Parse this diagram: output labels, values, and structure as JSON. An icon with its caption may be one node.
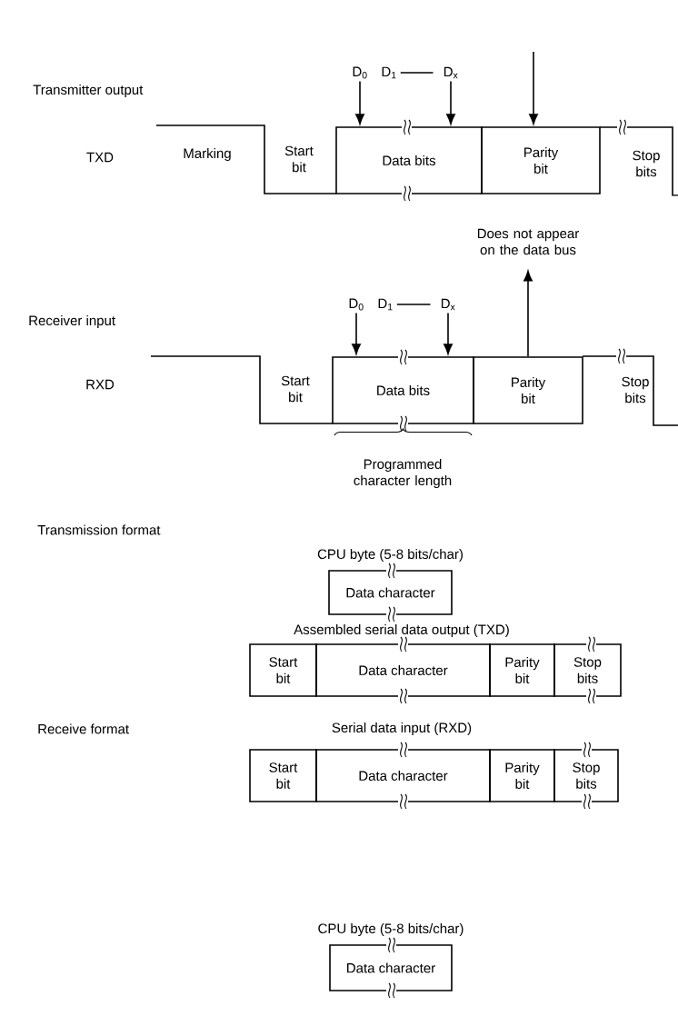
{
  "diagram": {
    "nodes": [
      {
        "text": [
          "D$_{0}$"
        ]
      },
      {
        "text": [
          "D$_{1}$"
        ]
      },
      {
        "text": [
          "D$_{x}$"
        ]
      },
      {
        "text": [
          "Data bits"
        ]
      },
      {
        "text": [
          "Parity bit"
        ]
      },
      {
        "text": [
          "Does not appear on the data bus"
        ]
      },
      {
        "text": [
          "D$_{0}$"
        ]
      },
      {
        "text": [
          "D$_{1}$"
        ]
      },
      {
        "text": [
          "D$_{x}$"
        ]
      },
      {
        "text": [
          "Data bits"
        ]
      },
      {
        "text": [
          "Parity bit"
        ]
      },
      {
        "text": [
          "Data character"
        ],
        "beside": [
          "CPU byte (5-8 bits/char)"
        ]
      },
      {
        "text": [
          "Start bit"
        ]
      },
      {
        "text": [
          "Data character"
        ]
      },
      {
        "text": [
          "Parity bit"
        ]
      },
      {
        "text": [
          "Stop bits"
        ]
      },
      {
        "text": [
          "Start bit"
        ]
      },
      {
        "text": [
          "Data character"
        ]
      },
      {
        "text": [
          "Parity bit"
        ]
      },
      {
        "text": [
          "Stop bits"
        ]
      },
      {
        "text": [
          "Data character"
        ],
        "beside": [
          "CPU byte (5-8 bits/char)"
        ]
      }
    ],
    "edges": [
      {
        "from": 0,
        "to": 3,
        "arrow": "to"
      },
      {
        "from": 1,
        "to": 2,
        "arrow": "none"
      },
      {
        "from": 2,
        "to": 3,
        "arrow": "to"
      },
      {
        "from": null,
        "to": 4,
        "arrow": "to"
      },
      {
        "from": 6,
        "to": 9,
        "arrow": "to"
      },
      {
        "from": 7,
        "to": 8,
        "arrow": "none"
      },
      {
        "from": 8,
        "to": 9,
        "arrow": "to"
      },
      {
        "from": 10,
        "to": 5,
        "arrow": "to"
      }
    ],
    "labels": [
      "Transmitter output",
      "TXD",
      "Marking",
      "Start bit",
      "Stop bits",
      "Receiver input",
      "RXD",
      "Start bit",
      "Stop bits",
      "Programmed character length",
      "Transmission format",
      "Assembled serial data output (TXD)",
      "Receive format",
      "Serial data input (RXD)"
    ]
  }
}
